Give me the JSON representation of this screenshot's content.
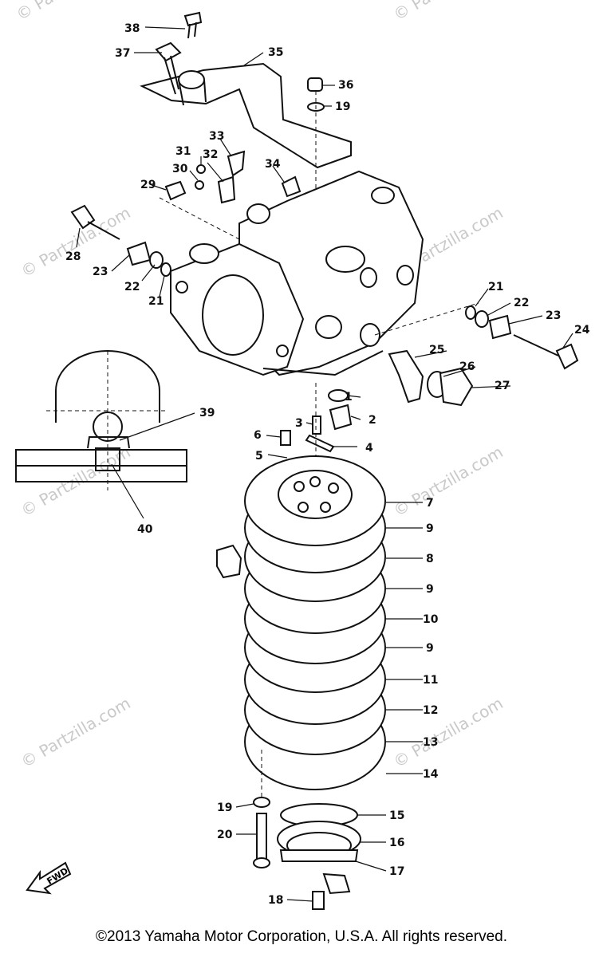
{
  "watermarks": [
    "© Partzilla.com",
    "© Partzilla.com",
    "© Partzilla.com",
    "© Partzilla.com",
    "© Partzilla.com",
    "© Partzilla.com",
    "© Partzilla.com",
    "© Partzilla.com"
  ],
  "callouts": [
    "1",
    "2",
    "3",
    "4",
    "5",
    "6",
    "7",
    "8",
    "9",
    "9",
    "9",
    "10",
    "11",
    "12",
    "13",
    "14",
    "15",
    "16",
    "17",
    "18",
    "19",
    "19",
    "20",
    "21",
    "21",
    "22",
    "22",
    "23",
    "23",
    "24",
    "25",
    "26",
    "27",
    "28",
    "29",
    "30",
    "31",
    "32",
    "33",
    "34",
    "35",
    "36",
    "37",
    "38",
    "39",
    "40"
  ],
  "fwd_label": "FWD",
  "copyright": "©2013  Yamaha Motor Corporation, U.S.A. All rights reserved."
}
